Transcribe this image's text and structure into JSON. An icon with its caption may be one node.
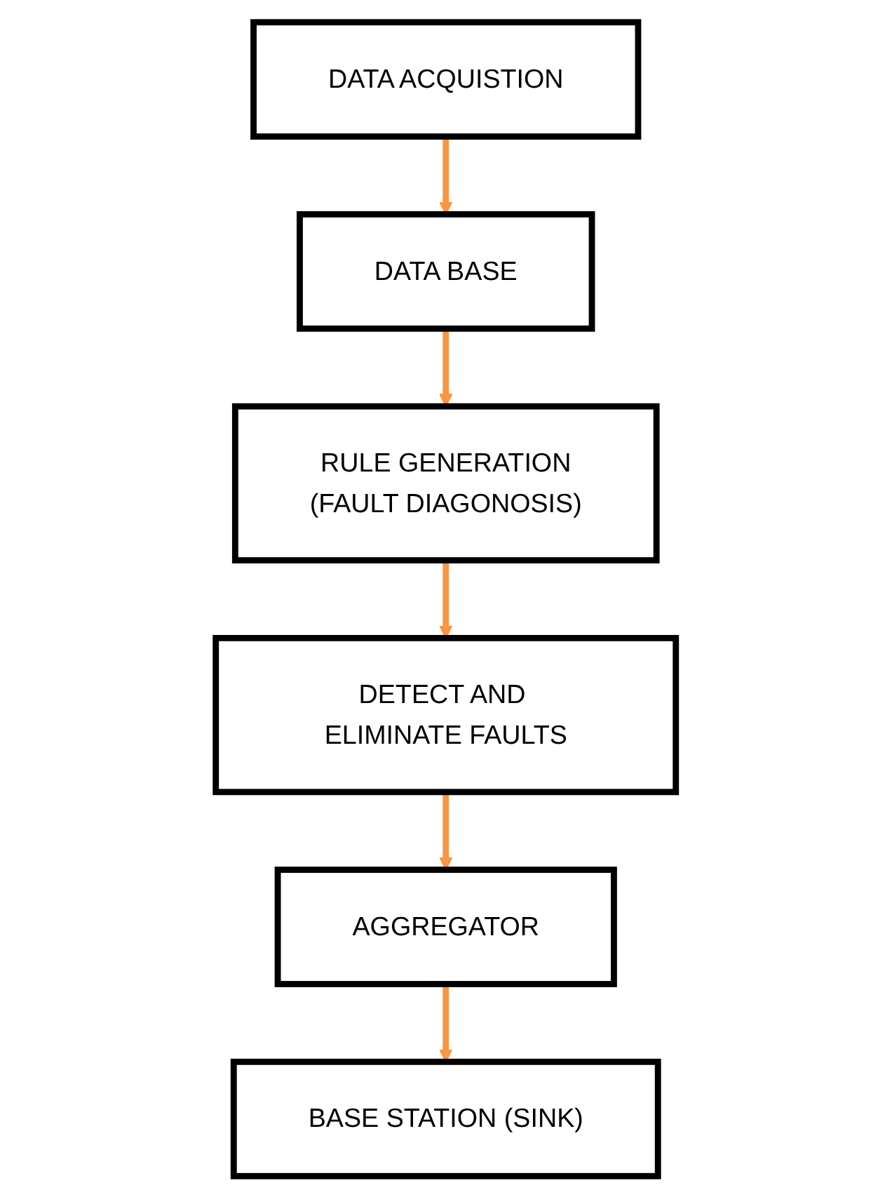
{
  "diagram": {
    "nodes": [
      {
        "text": [
          "DATA ACQUISTION"
        ]
      },
      {
        "text": [
          "DATA BASE"
        ]
      },
      {
        "text": [
          "RULE GENERATION",
          "(FAULT DIAGONOSIS)"
        ]
      },
      {
        "text": [
          "DETECT AND ELIMINATE FAULTS"
        ]
      },
      {
        "text": [
          "AGGREGATOR"
        ]
      },
      {
        "text": [
          "BASE STATION (SINK)"
        ]
      }
    ],
    "edges": [
      {
        "from": 0,
        "to": 1,
        "arrow": "to"
      },
      {
        "from": 1,
        "to": 2,
        "arrow": "to"
      },
      {
        "from": 2,
        "to": 3,
        "arrow": "to"
      },
      {
        "from": 3,
        "to": 4,
        "arrow": "to"
      },
      {
        "from": 4,
        "to": 5,
        "arrow": "to"
      }
    ]
  }
}
